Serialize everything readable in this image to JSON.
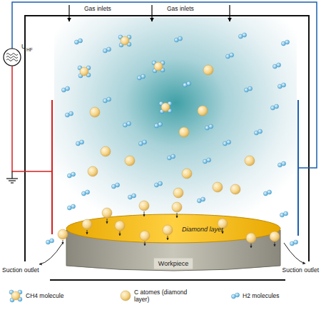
{
  "diagram": {
    "nodes": [
      {
        "text": [
          "Diamond layer"
        ]
      },
      {
        "text": [
          "Workpiece"
        ]
      }
    ],
    "labels": [
      "Gas inlets",
      "Gas inlets",
      "U",
      "HF",
      "Suction outlet",
      "Suction outlet"
    ],
    "legend": [
      {
        "text": "CH4 molecule"
      },
      {
        "text": "C atomes (diamond layer)"
      },
      {
        "text": "H2 molecules"
      }
    ]
  }
}
